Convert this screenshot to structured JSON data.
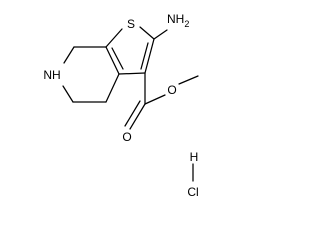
{
  "labels": {
    "sulfur": "S",
    "amino": "NH",
    "amino_subscript": "2",
    "ring_nitrogen": "NH",
    "carbonyl_oxygen": "O",
    "ester_oxygen": "O",
    "hydrogen": "H",
    "chlorine": "Cl"
  },
  "colors": {
    "bond": "#000000",
    "text": "#000000",
    "background": "#ffffff"
  }
}
